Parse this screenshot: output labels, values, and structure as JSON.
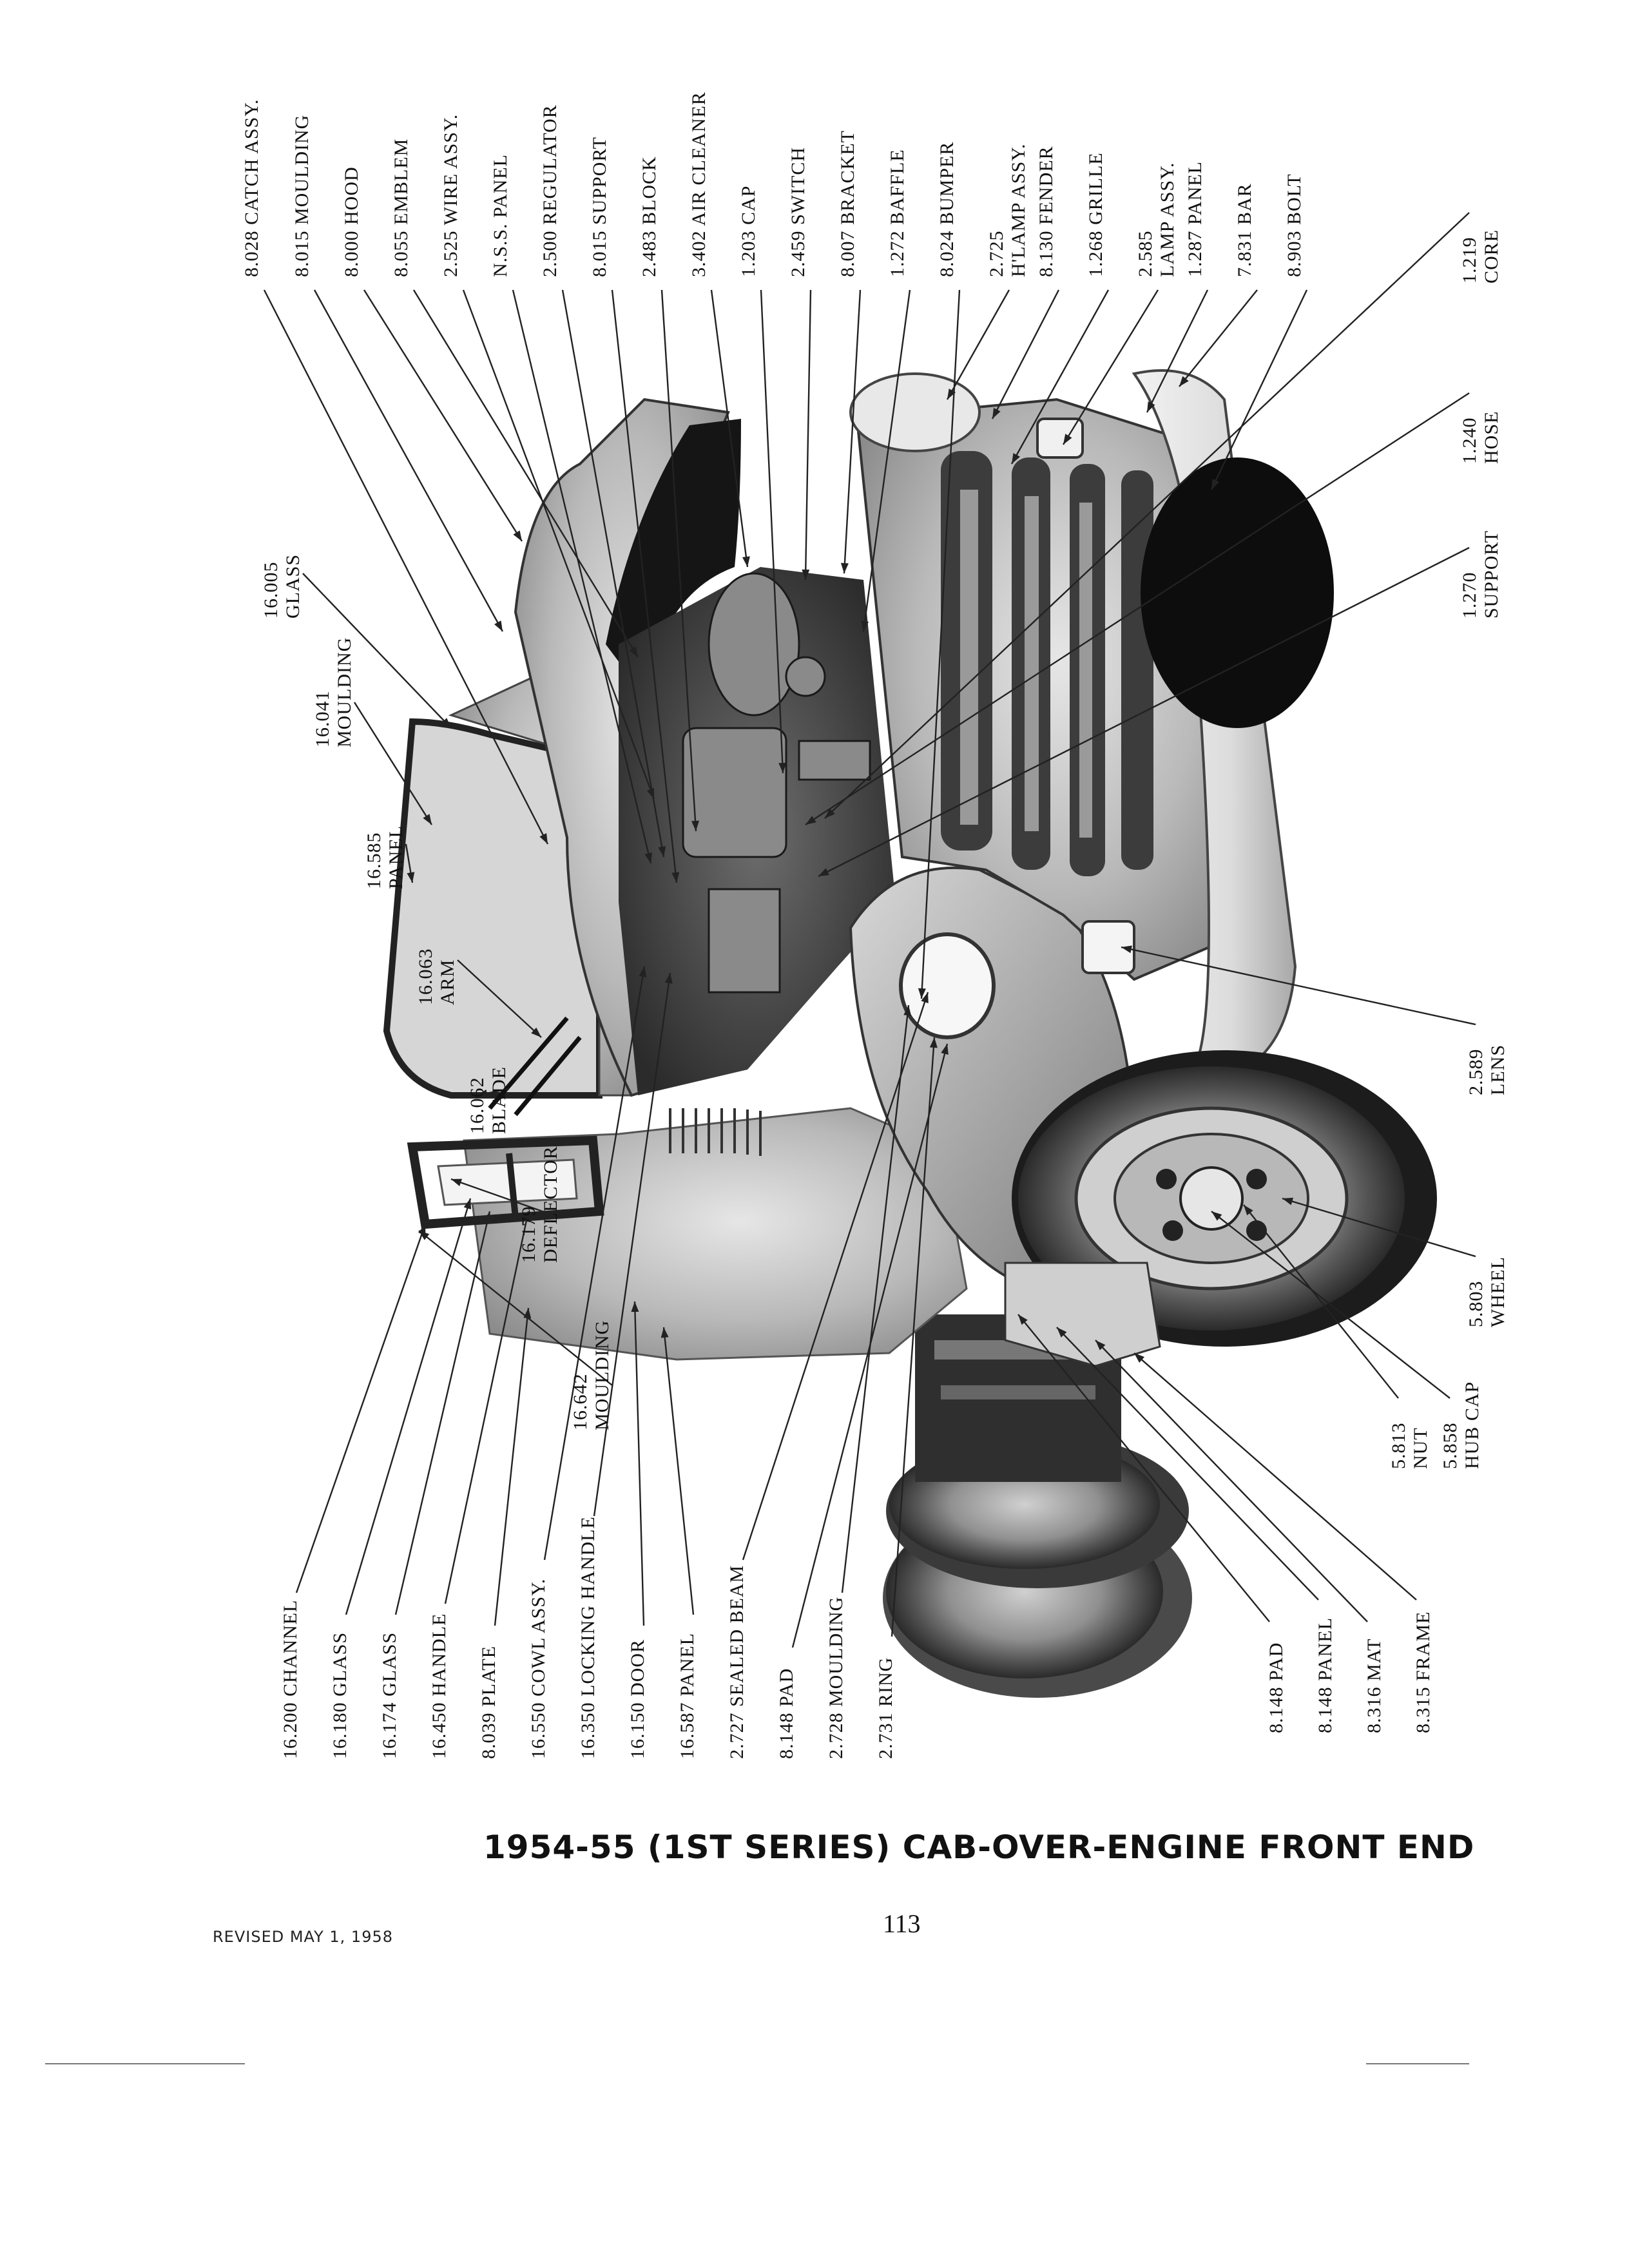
{
  "caption": "1954-55 (1ST SERIES) CAB-OVER-ENGINE FRONT END",
  "revised": "REVISED MAY 1, 1958",
  "page_number": "113",
  "top_labels": [
    [
      "8.028 CATCH ASSY."
    ],
    [
      "8.015 MOULDING"
    ],
    [
      "8.000 HOOD"
    ],
    [
      "8.055 EMBLEM"
    ],
    [
      "2.525 WIRE ASSY."
    ],
    [
      "N.S.S. PANEL"
    ],
    [
      "2.500 REGULATOR"
    ],
    [
      "8.015 SUPPORT"
    ],
    [
      "2.483 BLOCK"
    ],
    [
      "3.402 AIR CLEANER"
    ],
    [
      "1.203 CAP"
    ],
    [
      "2.459 SWITCH"
    ],
    [
      "8.007 BRACKET"
    ],
    [
      "1.272 BAFFLE"
    ],
    [
      "8.024 BUMPER"
    ],
    [
      "2.725",
      "H'LAMP ASSY."
    ],
    [
      "8.130 FENDER"
    ],
    [
      "1.268 GRILLE"
    ],
    [
      "2.585",
      "LAMP ASSY."
    ],
    [
      "1.287 PANEL"
    ],
    [
      "7.831 BAR"
    ],
    [
      "8.903 BOLT"
    ]
  ],
  "left_labels": [
    [
      "16.005",
      "GLASS"
    ],
    [
      "16.041",
      "MOULDING"
    ],
    [
      "16.585",
      "PANEL"
    ],
    [
      "16.063",
      "ARM"
    ],
    [
      "16.062",
      "BLADE"
    ],
    [
      "16.179",
      "DEFLECTOR"
    ],
    [
      "16.642",
      "MOULDING"
    ]
  ],
  "bottom_labels": [
    [
      "16.200 CHANNEL"
    ],
    [
      "16.180 GLASS"
    ],
    [
      "16.174 GLASS"
    ],
    [
      "16.450 HANDLE"
    ],
    [
      "8.039 PLATE"
    ],
    [
      "16.550 COWL ASSY."
    ],
    [
      "16.350 LOCKING HANDLE"
    ],
    [
      "16.150 DOOR"
    ],
    [
      "16.587 PANEL"
    ],
    [
      "2.727 SEALED BEAM"
    ],
    [
      "8.148 PAD"
    ],
    [
      "2.728 MOULDING"
    ],
    [
      "2.731 RING"
    ]
  ],
  "bottom_right_labels": [
    [
      "8.148 PAD"
    ],
    [
      "8.148 PANEL"
    ],
    [
      "8.316 MAT"
    ],
    [
      "8.315 FRAME"
    ]
  ],
  "right_labels": [
    [
      "1.219",
      "CORE"
    ],
    [
      "1.240",
      "HOSE"
    ],
    [
      "1.270",
      "SUPPORT"
    ],
    [
      "2.589",
      "LENS"
    ],
    [
      "5.803",
      "WHEEL"
    ],
    [
      "5.813",
      "NUT"
    ],
    [
      "5.858",
      "HUB CAP"
    ]
  ]
}
